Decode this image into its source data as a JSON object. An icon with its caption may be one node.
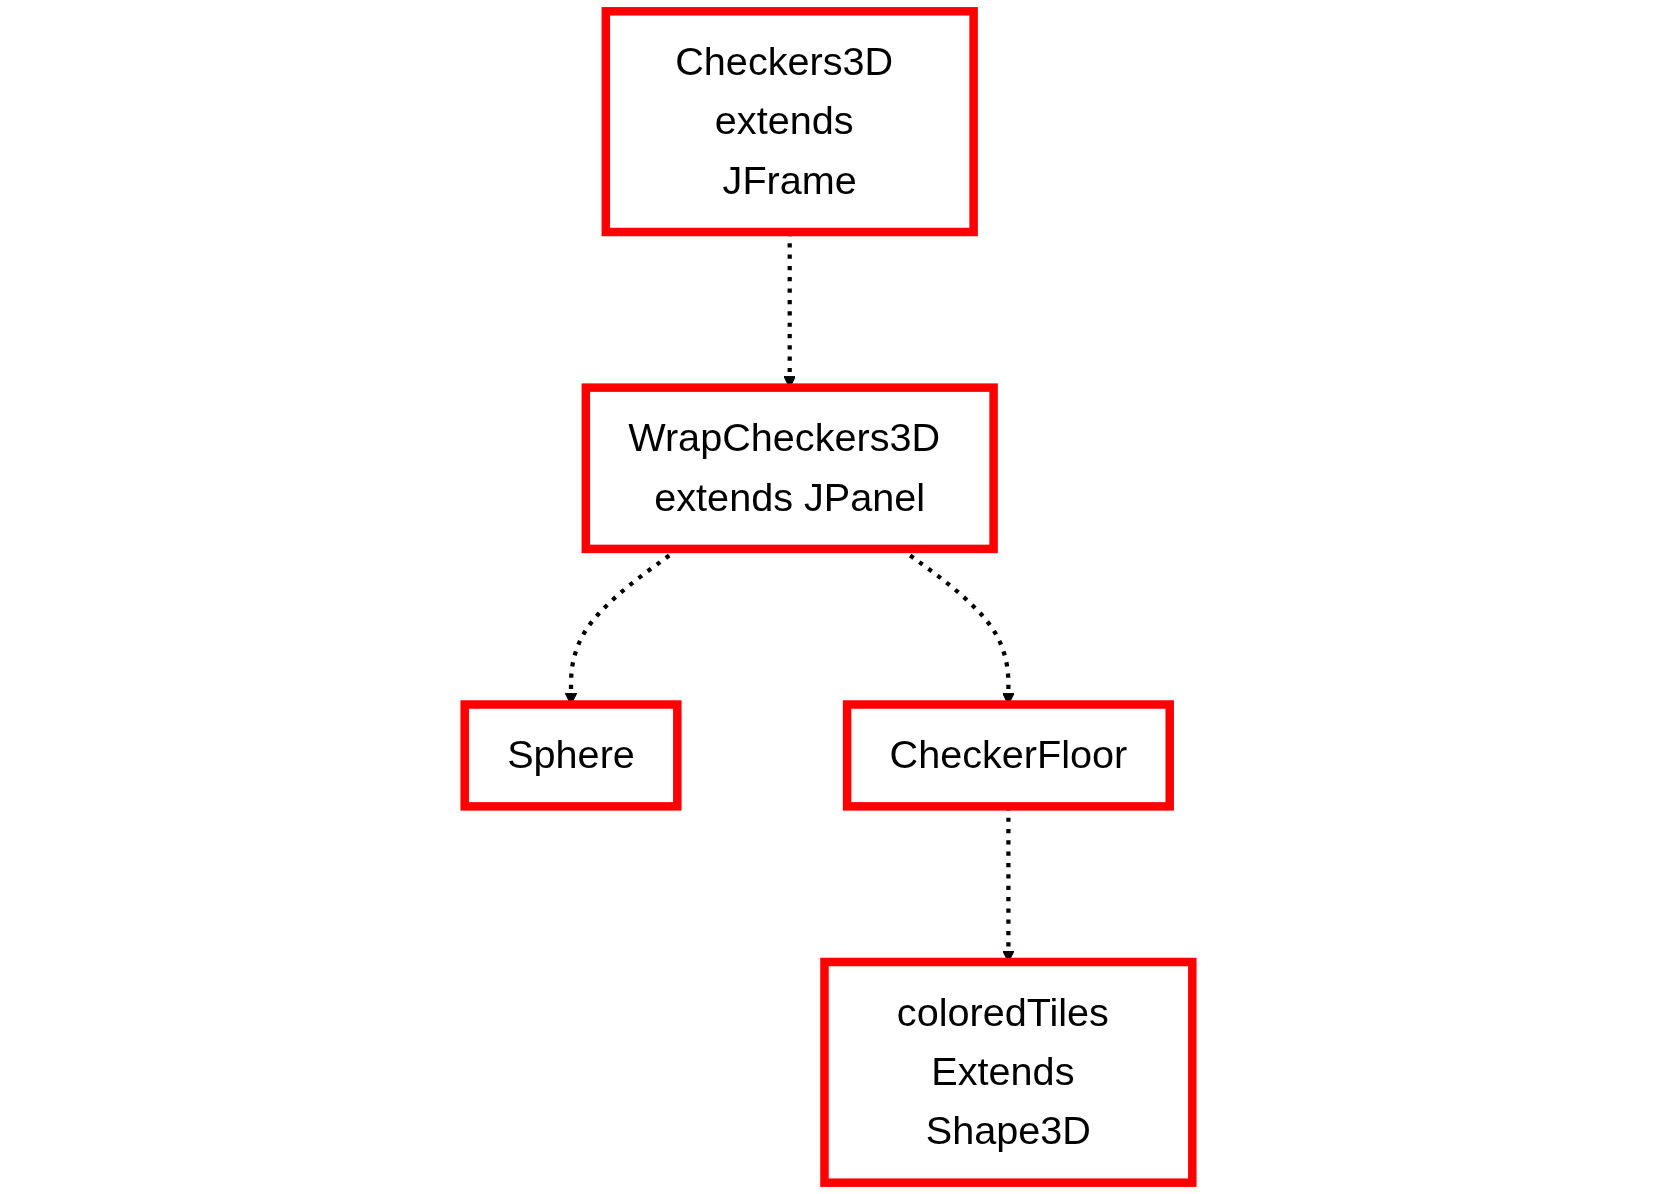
{
  "diagram": {
    "nodes": [
      {
        "text": [
          "Checkers3D extends JFrame"
        ]
      },
      {
        "text": [
          "Sphere"
        ]
      },
      {
        "text": [
          "WrapCheckers3D extends JPanel"
        ]
      },
      {
        "text": [
          "CheckerFloor"
        ]
      },
      {
        "text": [
          "coloredTiles Extends Shape3D"
        ]
      }
    ],
    "edges": [
      {
        "from": 0,
        "to": 2,
        "arrow": "to",
        "style": "dashed"
      },
      {
        "from": 2,
        "to": 1,
        "arrow": "to",
        "style": "dashed"
      },
      {
        "from": 2,
        "to": 3,
        "arrow": "to",
        "style": "dashed"
      },
      {
        "from": 3,
        "to": 4,
        "arrow": "to",
        "style": "dashed"
      }
    ]
  }
}
